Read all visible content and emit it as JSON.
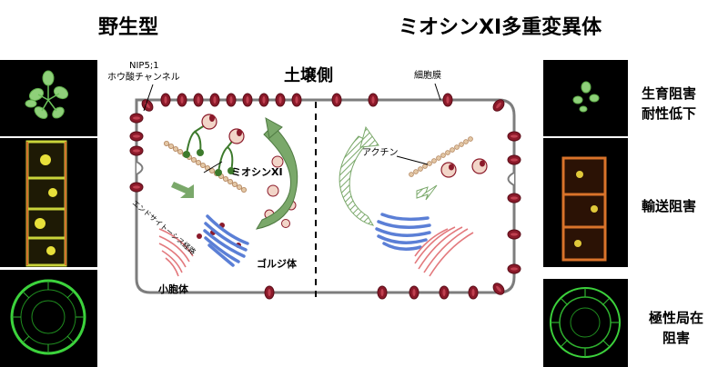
{
  "headings": {
    "wild_type": "野生型",
    "mutant": "ミオシンXI多重変異体"
  },
  "diagram": {
    "soil_side": "土壌側",
    "nip_line1": "NIP5;1",
    "nip_line2": "ホウ酸チャンネル",
    "plasma_membrane": "細胞膜",
    "actin": "アクチン",
    "myosin_xi": "ミオシンXI",
    "endocytosis": "エンドサイトーシス経路",
    "golgi": "ゴルジ体",
    "vesicle": "小胞体"
  },
  "right_labels": {
    "growth_line1": "生育阻害",
    "growth_line2": "耐性低下",
    "transport": "輸送阻害",
    "polar_line1": "極性局在",
    "polar_line2": "阻害"
  },
  "colors": {
    "channel": "#8b1a2a",
    "membrane": "#7d7d7d",
    "golgi": "#5b7fd6",
    "er": "#e3797d",
    "actin": "#c9a074",
    "myosin": "#3d7a2c",
    "arrow_green": "#7aa86a"
  }
}
